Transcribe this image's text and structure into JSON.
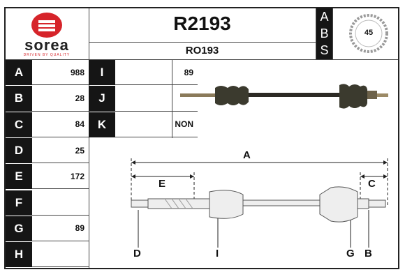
{
  "brand": {
    "name": "sorea",
    "tagline": "DRIVEN BY QUALITY",
    "color": "#d6242a"
  },
  "header": {
    "part_number": "R2193",
    "ref_code": "RO193"
  },
  "abs_panel": {
    "letters": [
      "A",
      "B",
      "S"
    ],
    "teeth": "45"
  },
  "specs": [
    {
      "letter": "A",
      "value": "988"
    },
    {
      "letter": "B",
      "value": "28"
    },
    {
      "letter": "C",
      "value": "84"
    },
    {
      "letter": "D",
      "value": "25"
    },
    {
      "letter": "E",
      "value": "172"
    },
    {
      "letter": "F",
      "value": ""
    },
    {
      "letter": "G",
      "value": "89"
    },
    {
      "letter": "H",
      "value": ""
    }
  ],
  "specs2": [
    {
      "letter": "I",
      "value": "89"
    },
    {
      "letter": "J",
      "value": ""
    },
    {
      "letter": "K",
      "value": "NON"
    }
  ],
  "diagram": {
    "labels": {
      "A": "A",
      "E": "E",
      "C": "C",
      "D": "D",
      "I": "I",
      "G": "G",
      "B": "B"
    }
  }
}
